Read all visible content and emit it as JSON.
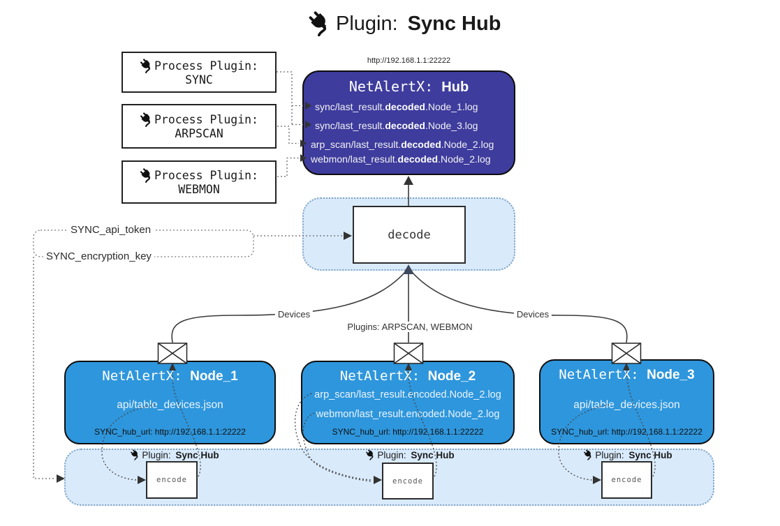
{
  "title": {
    "prefix": "Plugin:",
    "name": "Sync Hub"
  },
  "process_plugins": [
    {
      "label": "Process Plugin:",
      "name": "SYNC"
    },
    {
      "label": "Process Plugin:",
      "name": "ARPSCAN"
    },
    {
      "label": "Process Plugin:",
      "name": "WEBMON"
    }
  ],
  "hub": {
    "url": "http://192.168.1.1:22222",
    "name_prefix": "NetAlertX: ",
    "name": "Hub",
    "logs": [
      {
        "pre": "sync/last_result.",
        "bold": "decoded",
        "post": ".Node_1.log"
      },
      {
        "pre": "sync/last_result.",
        "bold": "decoded",
        "post": ".Node_3.log"
      },
      {
        "pre": "arp_scan/last_result.",
        "bold": "decoded",
        "post": ".Node_2.log"
      },
      {
        "pre": "webmon/last_result.",
        "bold": "decoded",
        "post": ".Node_2.log"
      }
    ]
  },
  "decode_label": "decode",
  "settings": {
    "api_token": "SYNC_api_token",
    "encryption_key": "SYNC_encryption_key"
  },
  "edge_labels": {
    "devices_left": "Devices",
    "plugins_center": "Plugins: ARPSCAN, WEBMON",
    "devices_right": "Devices"
  },
  "nodes": [
    {
      "name_prefix": "NetAlertX: ",
      "name": "Node_1",
      "files": [
        "api/table_devices.json"
      ],
      "hub_url": "SYNC_hub_url: http://192.168.1.1:22222"
    },
    {
      "name_prefix": "NetAlertX: ",
      "name": "Node_2",
      "files": [
        "arp_scan/last_result.encoded.Node_2.log",
        "webmon/last_result.encoded.Node_2.log"
      ],
      "hub_url": "SYNC_hub_url: http://192.168.1.1:22222"
    },
    {
      "name_prefix": "NetAlertX: ",
      "name": "Node_3",
      "files": [
        "api/table_devices.json"
      ],
      "hub_url": "SYNC_hub_url: http://192.168.1.1:22222"
    }
  ],
  "encoders": [
    {
      "plugin_prefix": "Plugin: ",
      "plugin_name": "Sync Hub",
      "box_label": "encode"
    },
    {
      "plugin_prefix": "Plugin: ",
      "plugin_name": "Sync Hub",
      "box_label": "encode"
    },
    {
      "plugin_prefix": "Plugin: ",
      "plugin_name": "Sync Hub",
      "box_label": "encode"
    }
  ],
  "colors": {
    "hub_bg": "#3E3C9D",
    "node_bg": "#2E96DC",
    "band_bg": "#D9EAFB",
    "band_border": "#7FA3C4"
  }
}
